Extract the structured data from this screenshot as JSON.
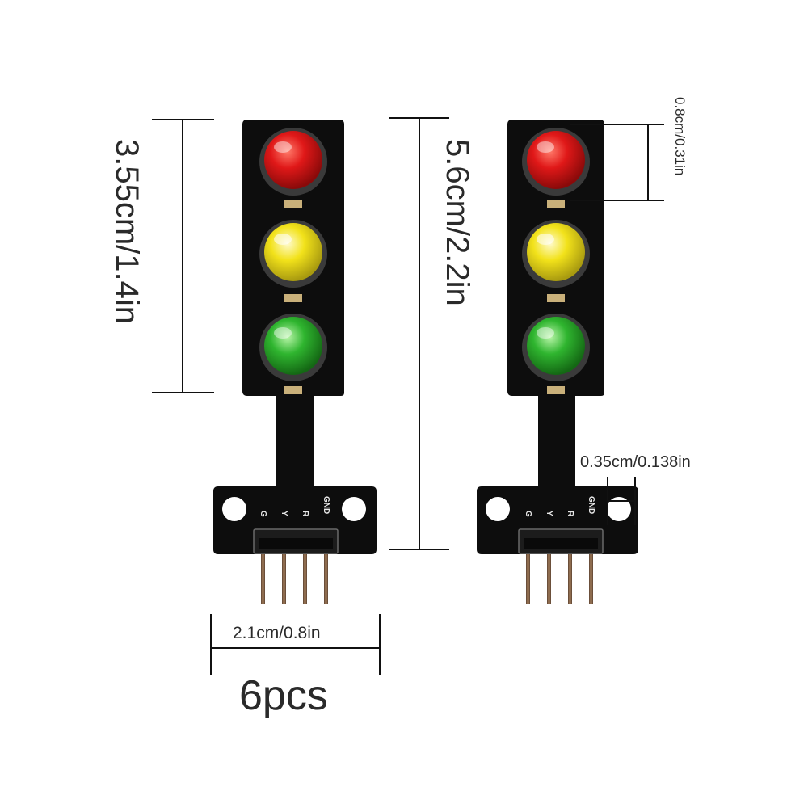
{
  "dimensions": {
    "module_height": "3.55cm/1.4in",
    "total_height": "5.6cm/2.2in",
    "led_diameter": "0.8cm/0.31in",
    "hole_diameter": "0.35cm/0.138in",
    "board_width": "2.1cm/0.8in"
  },
  "quantity": "6pcs",
  "pin_labels": {
    "gnd": "GND",
    "red": "R",
    "yellow": "Y",
    "green": "G"
  },
  "colors": {
    "pcb": "#0d0d0d",
    "led_red": "#e01818",
    "led_yellow": "#f2e21a",
    "led_green": "#2fb52f",
    "pin": "#8a6a4a"
  }
}
